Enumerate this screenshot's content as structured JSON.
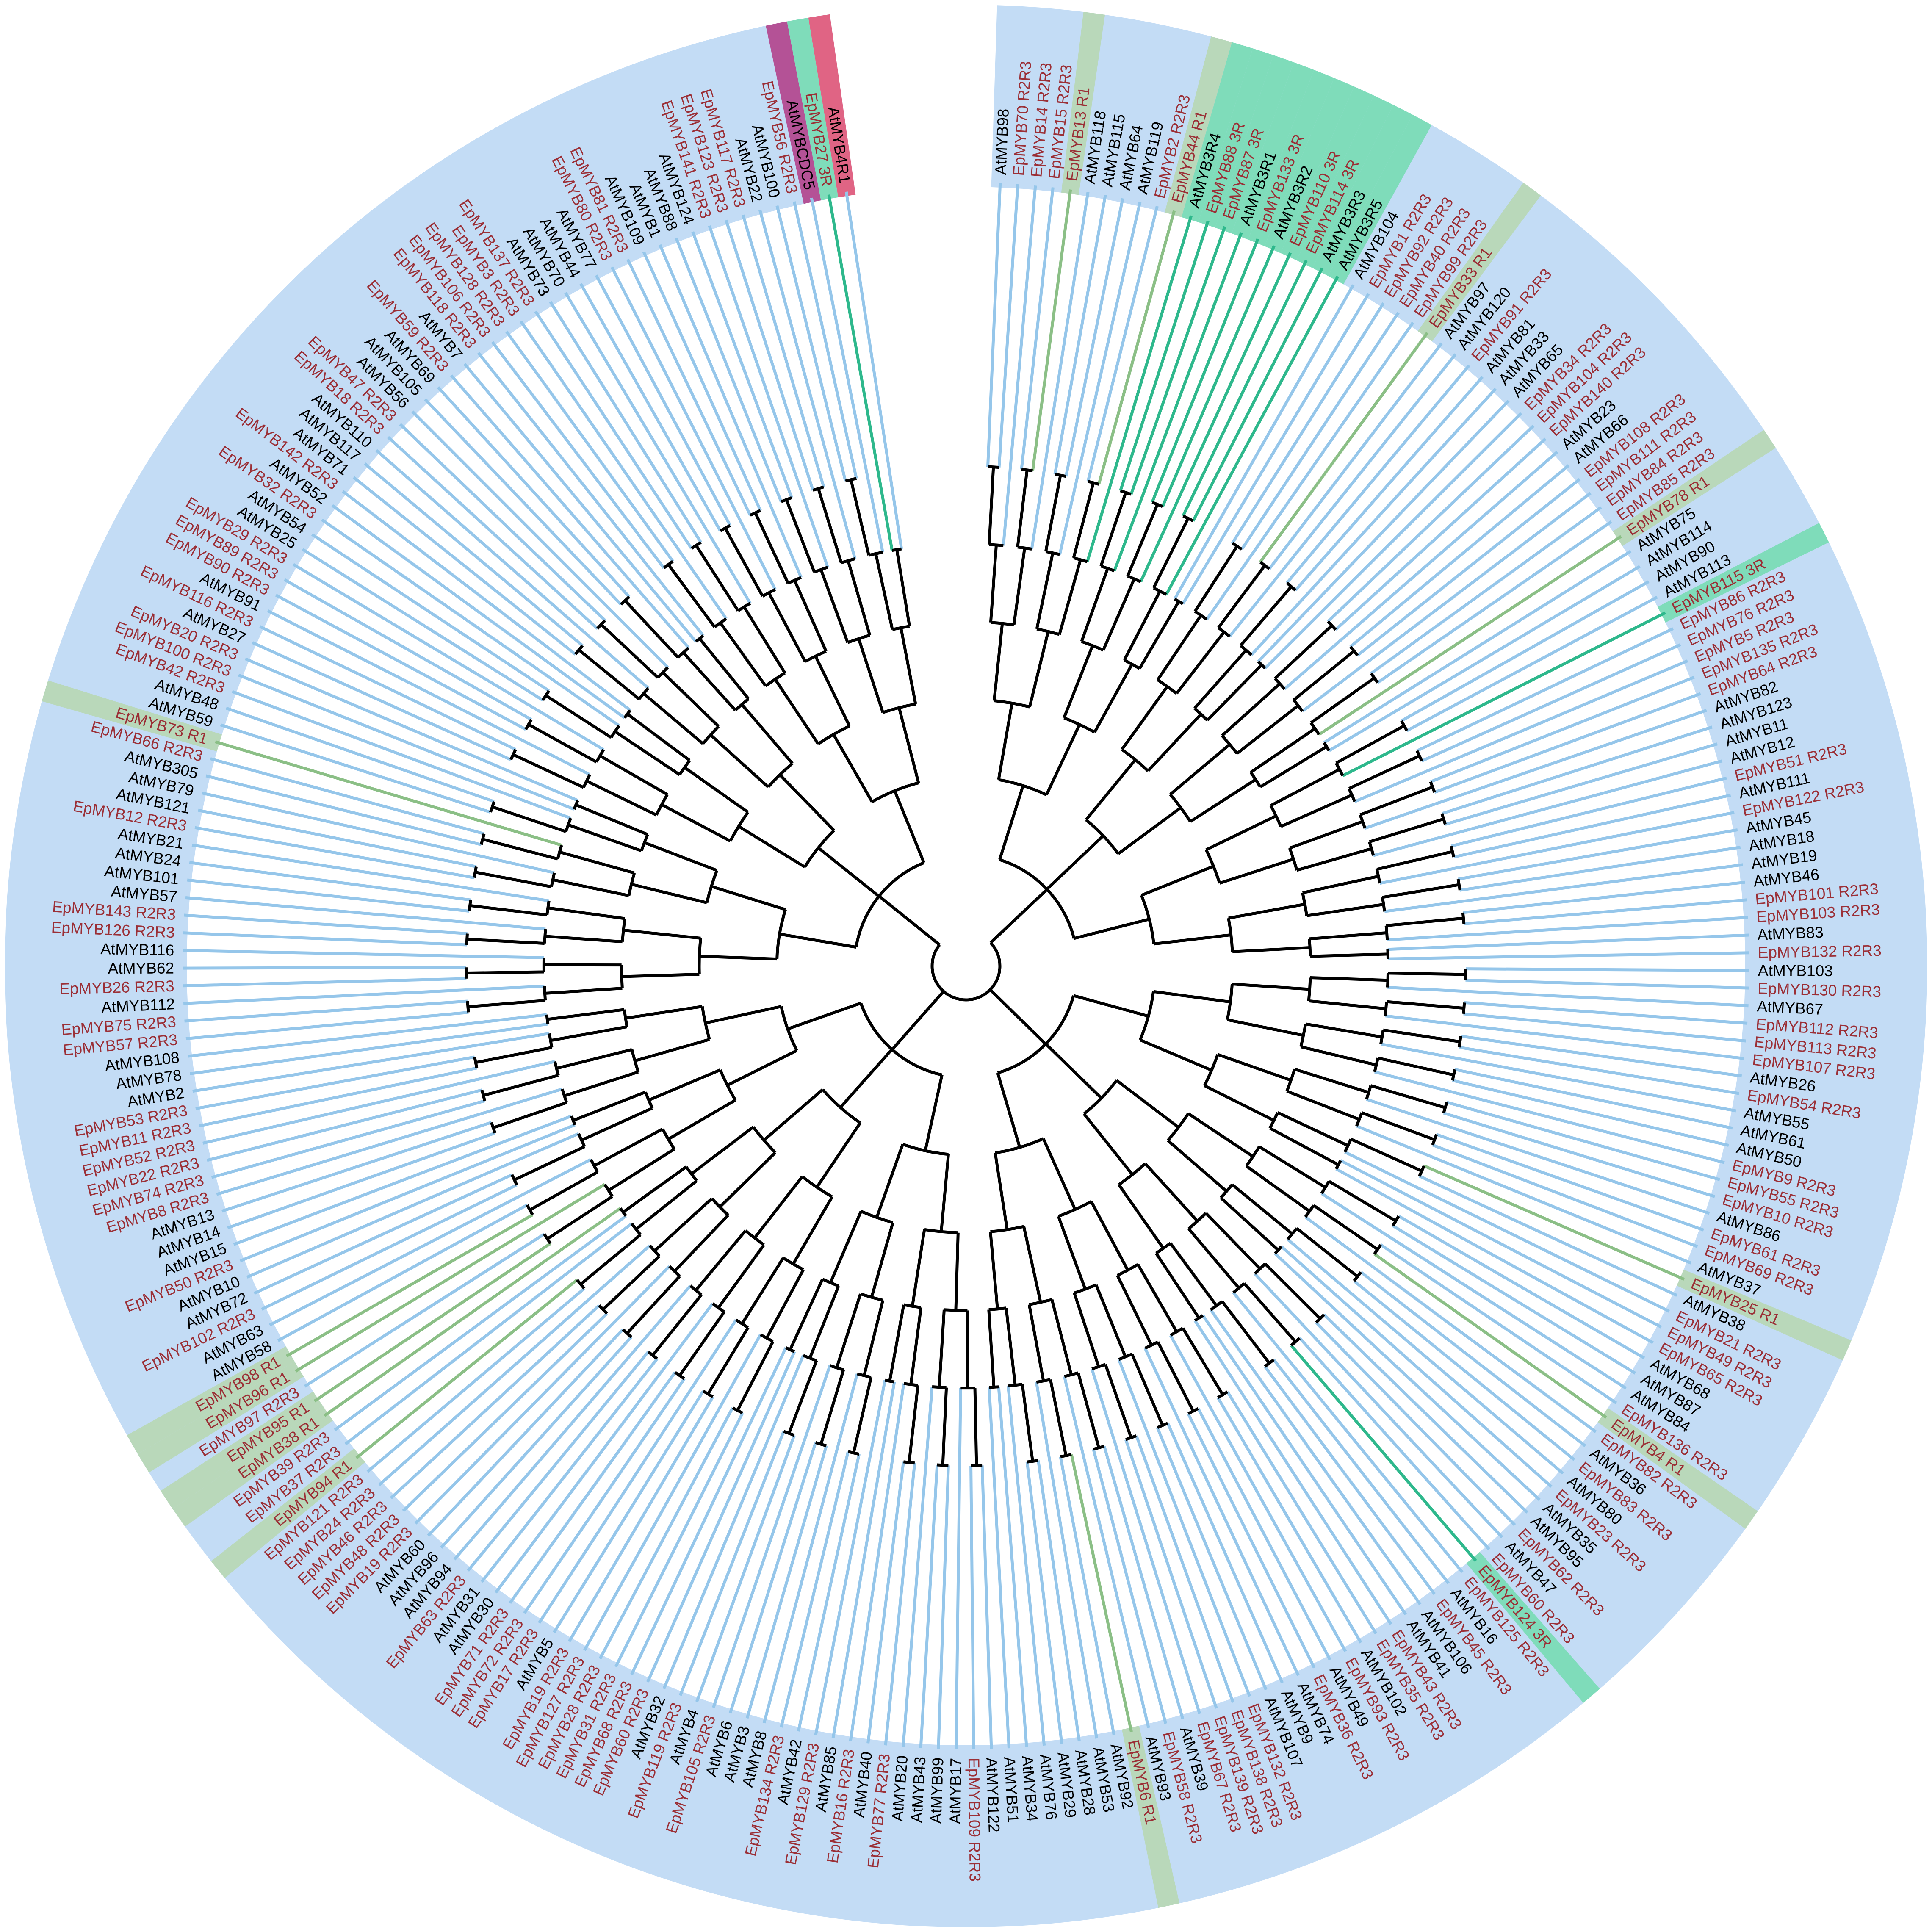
{
  "colors": {
    "background_band": "#c3dcf5",
    "band_r1": "#b9d8ba",
    "band_3r": "#7fdcba",
    "band_4r": "#e06484",
    "band_cdc5": "#b45296",
    "branch_dark": "#000000",
    "branch_leaf": "#95c6ea",
    "branch_r1": "#8bbf86",
    "branch_3r": "#2eb88c",
    "label_ep": "#9b2f36",
    "label_at": "#000000"
  },
  "leaves": [
    "AtMYB98",
    "EpMYB70 R2R3",
    "EpMYB14 R2R3",
    "EpMYB15 R2R3",
    "EpMYB13 R1",
    "AtMYB118",
    "AtMYB115",
    "AtMYB64",
    "AtMYB119",
    "EpMYB2 R2R3",
    "EpMYB44 R1",
    "AtMYB3R4",
    "EpMYB88 3R",
    "EpMYB87 3R",
    "AtMYB3R1",
    "EpMYB133 3R",
    "AtMYB3R2",
    "EpMYB110 3R",
    "EpMYB114 3R",
    "AtMYB3R3",
    "AtMYB3R5",
    "AtMYB104",
    "EpMYB1 R2R3",
    "EpMYB92 R2R3",
    "EpMYB40 R2R3",
    "EpMYB99 R2R3",
    "EpMYB33 R1",
    "AtMYB97",
    "AtMYB120",
    "EpMYB91 R2R3",
    "AtMYB81",
    "AtMYB33",
    "AtMYB65",
    "EpMYB34 R2R3",
    "EpMYB104 R2R3",
    "EpMYB140 R2R3",
    "AtMYB23",
    "AtMYB66",
    "EpMYB108 R2R3",
    "EpMYB111 R2R3",
    "EpMYB84 R2R3",
    "EpMYB85 R2R3",
    "EpMYB78 R1",
    "AtMYB75",
    "AtMYB114",
    "AtMYB90",
    "AtMYB113",
    "EpMYB115 3R",
    "EpMYB86 R2R3",
    "EpMYB76 R2R3",
    "EpMYB5 R2R3",
    "EpMYB135 R2R3",
    "EpMYB64 R2R3",
    "AtMYB82",
    "AtMYB123",
    "AtMYB11",
    "AtMYB12",
    "EpMYB51 R2R3",
    "AtMYB111",
    "EpMYB122 R2R3",
    "AtMYB45",
    "AtMYB18",
    "AtMYB19",
    "AtMYB46",
    "EpMYB101 R2R3",
    "EpMYB103 R2R3",
    "AtMYB83",
    "EpMYB132 R2R3",
    "AtMYB103",
    "EpMYB130 R2R3",
    "AtMYB67",
    "EpMYB112 R2R3",
    "EpMYB113 R2R3",
    "EpMYB107 R2R3",
    "AtMYB26",
    "EpMYB54 R2R3",
    "AtMYB55",
    "AtMYB61",
    "AtMYB50",
    "EpMYB9 R2R3",
    "EpMYB55 R2R3",
    "EpMYB10 R2R3",
    "AtMYB86",
    "EpMYB61 R2R3",
    "EpMYB69 R2R3",
    "AtMYB37",
    "EpMYB25 R1",
    "AtMYB38",
    "EpMYB21 R2R3",
    "EpMYB49 R2R3",
    "EpMYB65 R2R3",
    "AtMYB68",
    "AtMYB87",
    "AtMYB84",
    "EpMYB136 R2R3",
    "EpMYB4 R1",
    "EpMYB82 R2R3",
    "AtMYB36",
    "EpMYB83 R2R3",
    "AtMYB80",
    "EpMYB23 R2R3",
    "AtMYB35",
    "AtMYB95",
    "EpMYB62 R2R3",
    "AtMYB47",
    "EpMYB60 R2R3",
    "EpMYB124 3R",
    "EpMYB125 R2R3",
    "AtMYB16",
    "EpMYB45 R2R3",
    "AtMYB106",
    "AtMYB41",
    "EpMYB43 R2R3",
    "EpMYB35 R2R3",
    "AtMYB102",
    "EpMYB93 R2R3",
    "AtMYB49",
    "EpMYB36 R2R3",
    "AtMYB74",
    "AtMYB9",
    "AtMYB107",
    "EpMYB132 R2R3",
    "EpMYB138 R2R3",
    "EpMYB139 R2R3",
    "EpMYB67 R2R3",
    "AtMYB39",
    "EpMYB58 R2R3",
    "AtMYB93",
    "EpMYB6 R1",
    "AtMYB92",
    "AtMYB53",
    "AtMYB28",
    "AtMYB29",
    "AtMYB76",
    "AtMYB34",
    "AtMYB51",
    "AtMYB122",
    "EpMYB109 R2R3",
    "AtMYB17",
    "AtMYB99",
    "AtMYB43",
    "AtMYB20",
    "EpMYB77 R2R3",
    "AtMYB40",
    "EpMYB16 R2R3",
    "AtMYB85",
    "EpMYB129 R2R3",
    "AtMYB42",
    "EpMYB134 R2R3",
    "AtMYB8",
    "AtMYB3",
    "AtMYB6",
    "EpMYB105 R2R3",
    "AtMYB4",
    "EpMYB119 R2R3",
    "AtMYB32",
    "EpMYB60 R2R3",
    "EpMYB68 R2R3",
    "EpMYB31 R2R3",
    "EpMYB28 R2R3",
    "EpMYB127 R2R3",
    "EpMYB19 R2R3",
    "AtMYB5",
    "EpMYB17 R2R3",
    "EpMYB72 R2R3",
    "EpMYB71 R2R3",
    "AtMYB30",
    "AtMYB31",
    "EpMYB63 R2R3",
    "AtMYB94",
    "AtMYB96",
    "AtMYB60",
    "EpMYB19 R2R3",
    "EpMYB48 R2R3",
    "EpMYB46 R2R3",
    "EpMYB24 R2R3",
    "EpMYB121 R2R3",
    "EpMYB94 R1",
    "EpMYB37 R2R3",
    "EpMYB39 R2R3",
    "EpMYB38 R1",
    "EpMYB95 R1",
    "EpMYB97 R2R3",
    "EpMYB96 R1",
    "EpMYB98 R1",
    "AtMYB58",
    "AtMYB63",
    "EpMYB102 R2R3",
    "AtMYB72",
    "AtMYB10",
    "EpMYB50 R2R3",
    "AtMYB15",
    "AtMYB14",
    "AtMYB13",
    "EpMYB8 R2R3",
    "EpMYB74 R2R3",
    "EpMYB22 R2R3",
    "EpMYB52 R2R3",
    "EpMYB11 R2R3",
    "EpMYB53 R2R3",
    "AtMYB2",
    "AtMYB78",
    "AtMYB108",
    "EpMYB57 R2R3",
    "EpMYB75 R2R3",
    "AtMYB112",
    "EpMYB26 R2R3",
    "AtMYB62",
    "AtMYB116",
    "EpMYB126 R2R3",
    "EpMYB143 R2R3",
    "AtMYB57",
    "AtMYB101",
    "AtMYB24",
    "AtMYB21",
    "EpMYB12 R2R3",
    "AtMYB121",
    "AtMYB79",
    "AtMYB305",
    "EpMYB66 R2R3",
    "EpMYB73 R1",
    "AtMYB59",
    "AtMYB48",
    "EpMYB42 R2R3",
    "EpMYB100 R2R3",
    "EpMYB20 R2R3",
    "AtMYB27",
    "EpMYB116 R2R3",
    "AtMYB91",
    "EpMYB90 R2R3",
    "EpMYB89 R2R3",
    "EpMYB29 R2R3",
    "AtMYB25",
    "AtMYB54",
    "EpMYB32 R2R3",
    "AtMYB52",
    "EpMYB142 R2R3",
    "AtMYB71",
    "AtMYB117",
    "AtMYB110",
    "EpMYB18 R2R3",
    "EpMYB47 R2R3",
    "AtMYB56",
    "AtMYB105",
    "AtMYB69",
    "EpMYB59 R2R3",
    "AtMYB7",
    "EpMYB118 R2R3",
    "EpMYB106 R2R3",
    "EpMYB128 R2R3",
    "EpMYB3 R2R3",
    "EpMYB137 R2R3",
    "AtMYB73",
    "AtMYB70",
    "AtMYB44",
    "AtMYB77",
    "EpMYB80 R2R3",
    "EpMYB81 R2R3",
    "AtMYB109",
    "AtMYB1",
    "AtMYB88",
    "AtMYB124",
    "EpMYB141 R2R3",
    "EpMYB123 R2R3",
    "EpMYB117 R2R3",
    "AtMYB22",
    "AtMYB100",
    "EpMYB56 R2R3",
    "AtMYBCDC5",
    "EpMYB27 3R",
    "AtMYB4R1"
  ]
}
